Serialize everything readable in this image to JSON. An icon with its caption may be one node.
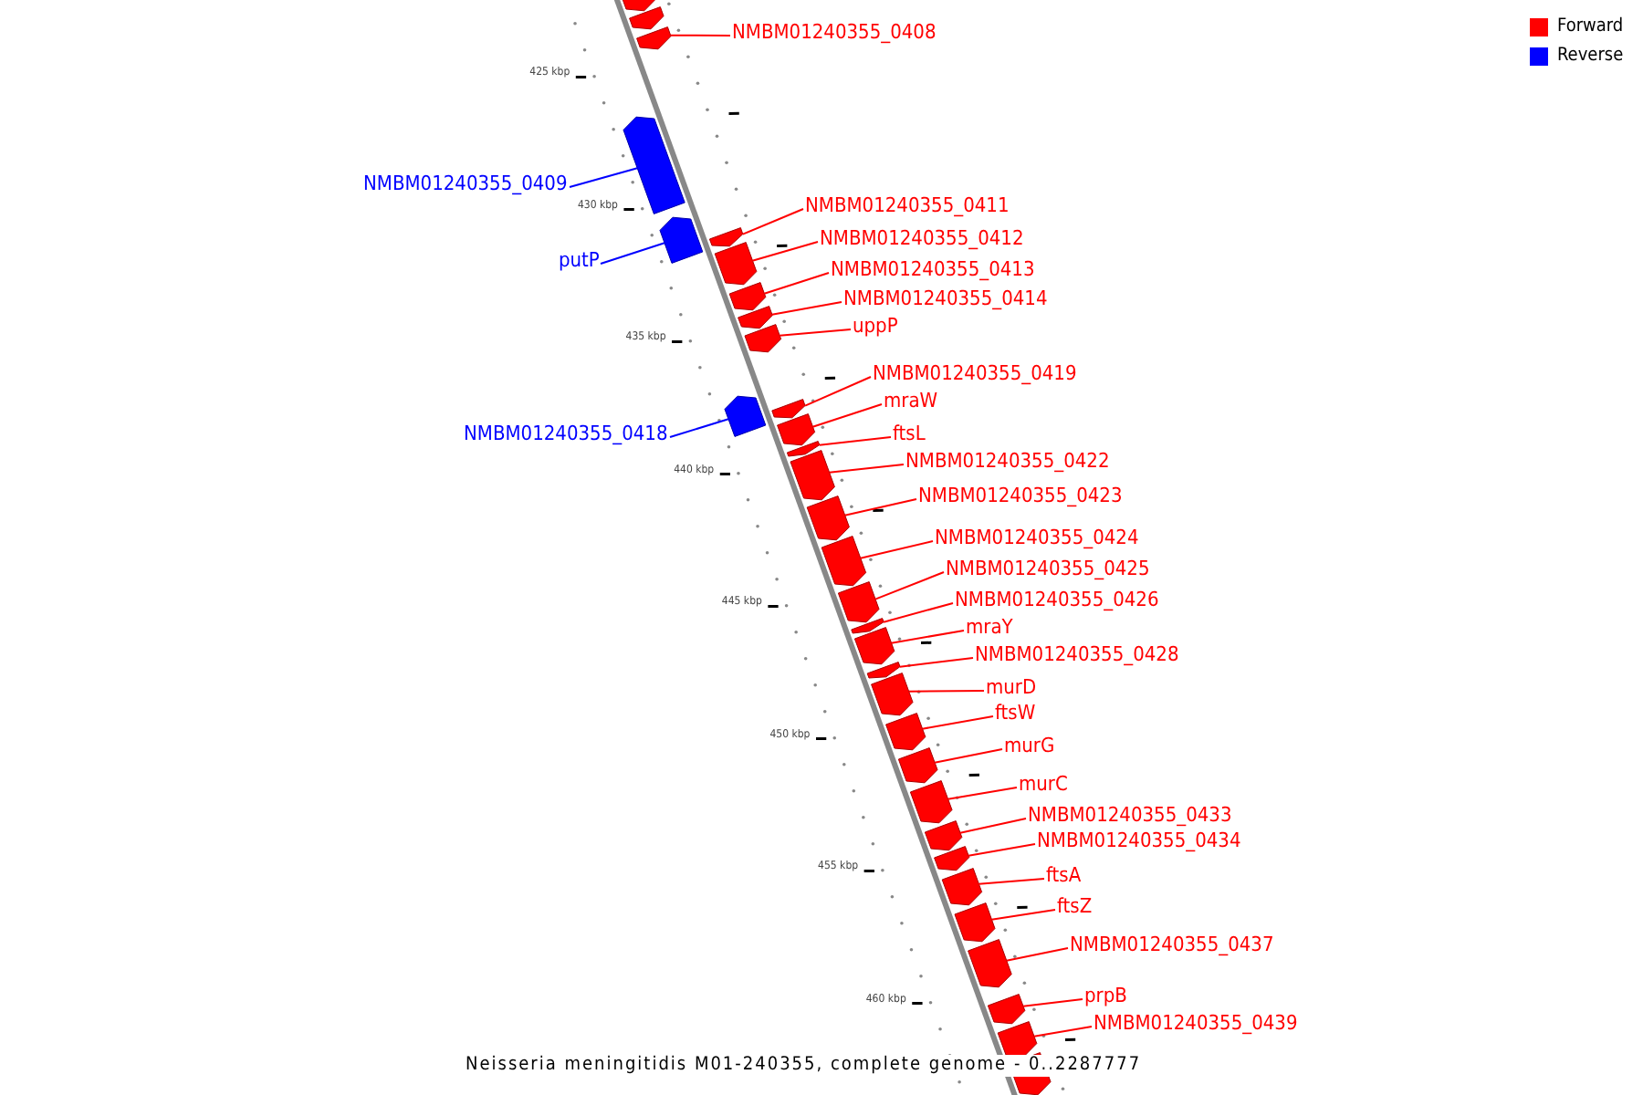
{
  "diagram": {
    "caption": "Neisseria meningitidis M01-240355, complete genome - 0..2287777",
    "nodes": [
      {
        "text": [
          "NMBM01240355_0408"
        ]
      },
      {
        "text": [],
        "shape": "box"
      },
      {
        "text": [
          "NMBM01240355_0409"
        ]
      },
      {
        "text": [],
        "shape": "box"
      },
      {
        "text": [
          "NMBM01240355_0411"
        ]
      },
      {
        "text": [],
        "shape": "box"
      },
      {
        "text": [
          "NMBM01240355_0412"
        ]
      },
      {
        "text": [],
        "shape": "box"
      },
      {
        "text": [
          "putP"
        ]
      },
      {
        "text": [],
        "shape": "box"
      },
      {
        "text": [
          "NMBM01240355_0413"
        ]
      },
      {
        "text": [],
        "shape": "box"
      },
      {
        "text": [
          "NMBM01240355_0414"
        ]
      },
      {
        "text": [],
        "shape": "box"
      },
      {
        "text": [
          "uppP"
        ]
      },
      {
        "text": [],
        "shape": "box"
      },
      {
        "text": [
          "NMBM01240355_0419"
        ]
      },
      {
        "text": [],
        "shape": "box"
      },
      {
        "text": [
          "mraW"
        ]
      },
      {
        "text": [],
        "shape": "box"
      },
      {
        "text": [
          "NMBM01240355_0418"
        ]
      },
      {
        "text": [],
        "shape": "box"
      },
      {
        "text": [
          "ftsL"
        ]
      },
      {
        "text": [],
        "shape": "box"
      },
      {
        "text": [
          "NMBM01240355_0422"
        ]
      },
      {
        "text": [],
        "shape": "box"
      },
      {
        "text": [
          "NMBM01240355_0423"
        ]
      },
      {
        "text": [],
        "shape": "box"
      },
      {
        "text": [
          "NMBM01240355_0424"
        ]
      },
      {
        "text": [],
        "shape": "box"
      },
      {
        "text": [
          "NMBM01240355_0425"
        ]
      },
      {
        "text": [],
        "shape": "box"
      },
      {
        "text": [
          "NMBM01240355_0426"
        ]
      },
      {
        "text": [],
        "shape": "box"
      },
      {
        "text": [
          "mraY"
        ]
      },
      {
        "text": [],
        "shape": "box"
      },
      {
        "text": [
          "NMBM01240355_0428"
        ]
      },
      {
        "text": [],
        "shape": "box"
      },
      {
        "text": [
          "murD"
        ]
      },
      {
        "text": [],
        "shape": "box"
      },
      {
        "text": [
          "ftsW"
        ]
      },
      {
        "text": [],
        "shape": "box"
      },
      {
        "text": [
          "murG"
        ]
      },
      {
        "text": [],
        "shape": "box"
      },
      {
        "text": [
          "murC"
        ]
      },
      {
        "text": [],
        "shape": "box"
      },
      {
        "text": [
          "NMBM01240355_0433"
        ]
      },
      {
        "text": [],
        "shape": "box"
      },
      {
        "text": [
          "NMBM01240355_0434"
        ]
      },
      {
        "text": [],
        "shape": "box"
      },
      {
        "text": [
          "ftsA"
        ]
      },
      {
        "text": [],
        "shape": "box"
      },
      {
        "text": [
          "ftsZ"
        ]
      },
      {
        "text": [],
        "shape": "box"
      },
      {
        "text": [
          "NMBM01240355_0437"
        ]
      },
      {
        "text": [],
        "shape": "box"
      },
      {
        "text": [
          "prpB"
        ]
      },
      {
        "text": [],
        "shape": "box"
      },
      {
        "text": [
          "NMBM01240355_0439"
        ]
      },
      {
        "text": [],
        "shape": "box"
      },
      {
        "text": [],
        "shape": "box"
      },
      {
        "text": [],
        "shape": "box"
      },
      {
        "text": [],
        "shape": "box"
      }
    ],
    "edges": [
      {
        "from": 0,
        "to": 1,
        "arrow": "none"
      },
      {
        "from": 2,
        "to": 3,
        "arrow": "none",
        "color": "#0000ff"
      },
      {
        "from": 4,
        "to": 5,
        "arrow": "none"
      },
      {
        "from": 6,
        "to": 7,
        "arrow": "none"
      },
      {
        "from": 8,
        "to": 9,
        "arrow": "none",
        "color": "#0000ff"
      },
      {
        "from": 10,
        "to": 11,
        "arrow": "none"
      },
      {
        "from": 12,
        "to": 13,
        "arrow": "none"
      },
      {
        "from": 14,
        "to": 15,
        "arrow": "none"
      },
      {
        "from": 16,
        "to": 17,
        "arrow": "none"
      },
      {
        "from": 18,
        "to": 19,
        "arrow": "none"
      },
      {
        "from": 20,
        "to": 21,
        "arrow": "none",
        "color": "#0000ff"
      },
      {
        "from": 22,
        "to": 23,
        "arrow": "none"
      },
      {
        "from": 24,
        "to": 25,
        "arrow": "none"
      },
      {
        "from": 26,
        "to": 27,
        "arrow": "none"
      },
      {
        "from": 28,
        "to": 29,
        "arrow": "none"
      },
      {
        "from": 30,
        "to": 31,
        "arrow": "none"
      },
      {
        "from": 32,
        "to": 33,
        "arrow": "none"
      },
      {
        "from": 34,
        "to": 35,
        "arrow": "none"
      },
      {
        "from": 36,
        "to": 37,
        "arrow": "none"
      },
      {
        "from": 38,
        "to": 39,
        "arrow": "none"
      },
      {
        "from": 40,
        "to": 41,
        "arrow": "none"
      },
      {
        "from": 42,
        "to": 43,
        "arrow": "none"
      },
      {
        "from": 44,
        "to": 45,
        "arrow": "none"
      },
      {
        "from": 46,
        "to": 47,
        "arrow": "none"
      },
      {
        "from": 48,
        "to": 49,
        "arrow": "none"
      },
      {
        "from": 50,
        "to": 51,
        "arrow": "none"
      },
      {
        "from": 52,
        "to": 53,
        "arrow": "none"
      },
      {
        "from": 54,
        "to": 55,
        "arrow": "none"
      },
      {
        "from": 56,
        "to": 57,
        "arrow": "none"
      },
      {
        "from": 58,
        "to": 59,
        "arrow": "none"
      }
    ],
    "labels": [
      "425 kbp",
      "430 kbp",
      "435 kbp",
      "440 kbp",
      "445 kbp",
      "450 kbp",
      "455 kbp",
      "460 kbp"
    ],
    "legend": [
      {
        "text": "Forward",
        "color": "#ff0000"
      },
      {
        "text": "Reverse",
        "color": "#0000ff"
      }
    ]
  }
}
